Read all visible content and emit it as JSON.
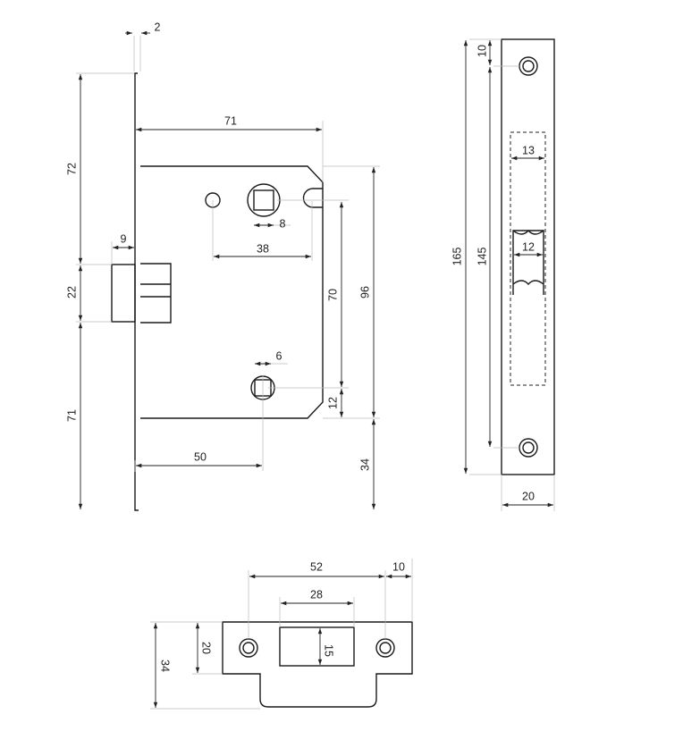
{
  "lock_body": {
    "faceplate_thickness": "2",
    "backset_width": "71",
    "top_to_latch": "72",
    "latch_height": "22",
    "latch_to_bottom": "71",
    "latch_projection": "9",
    "spindle_square": "8",
    "hole_spacing": "38",
    "spindle_to_cylinder": "70",
    "body_height": "96",
    "cylinder_to_edge": "12",
    "body_to_faceplate_end": "34",
    "cylinder_square": "6",
    "backset": "50"
  },
  "faceplate_front": {
    "top_offset": "10",
    "total_length": "165",
    "screw_spacing": "145",
    "slot_width": "13",
    "latch_width": "12",
    "width": "20"
  },
  "strike_plate": {
    "screw_spacing": "52",
    "edge_offset": "10",
    "opening_width": "28",
    "plate_height": "20",
    "opening_height": "15",
    "total_height": "34"
  }
}
